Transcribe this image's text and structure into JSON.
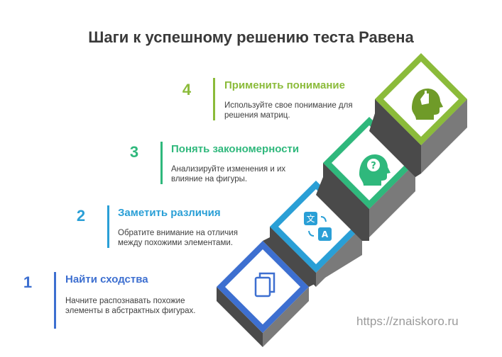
{
  "title": "Шаги к успешному решению теста Равена",
  "watermark": "https://znaiskoro.ru",
  "steps": [
    {
      "number": "1",
      "heading": "Найти сходства",
      "description": "Начните распознавать похожие элементы в абстрактных фигурах.",
      "color": "#3d6fd0",
      "icon": "copy-icon"
    },
    {
      "number": "2",
      "heading": "Заметить различия",
      "description": "Обратите внимание на отличия между похожими элементами.",
      "color": "#2a9fd6",
      "icon": "translate-icon"
    },
    {
      "number": "3",
      "heading": "Понять закономерности",
      "description": "Анализируйте изменения и их влияние на фигуры.",
      "color": "#2fb87c",
      "icon": "head-question-icon"
    },
    {
      "number": "4",
      "heading": "Применить понимание",
      "description": "Используйте свое понимание для решения матриц.",
      "color": "#8bbb3a",
      "icon": "head-hand-icon"
    }
  ]
}
